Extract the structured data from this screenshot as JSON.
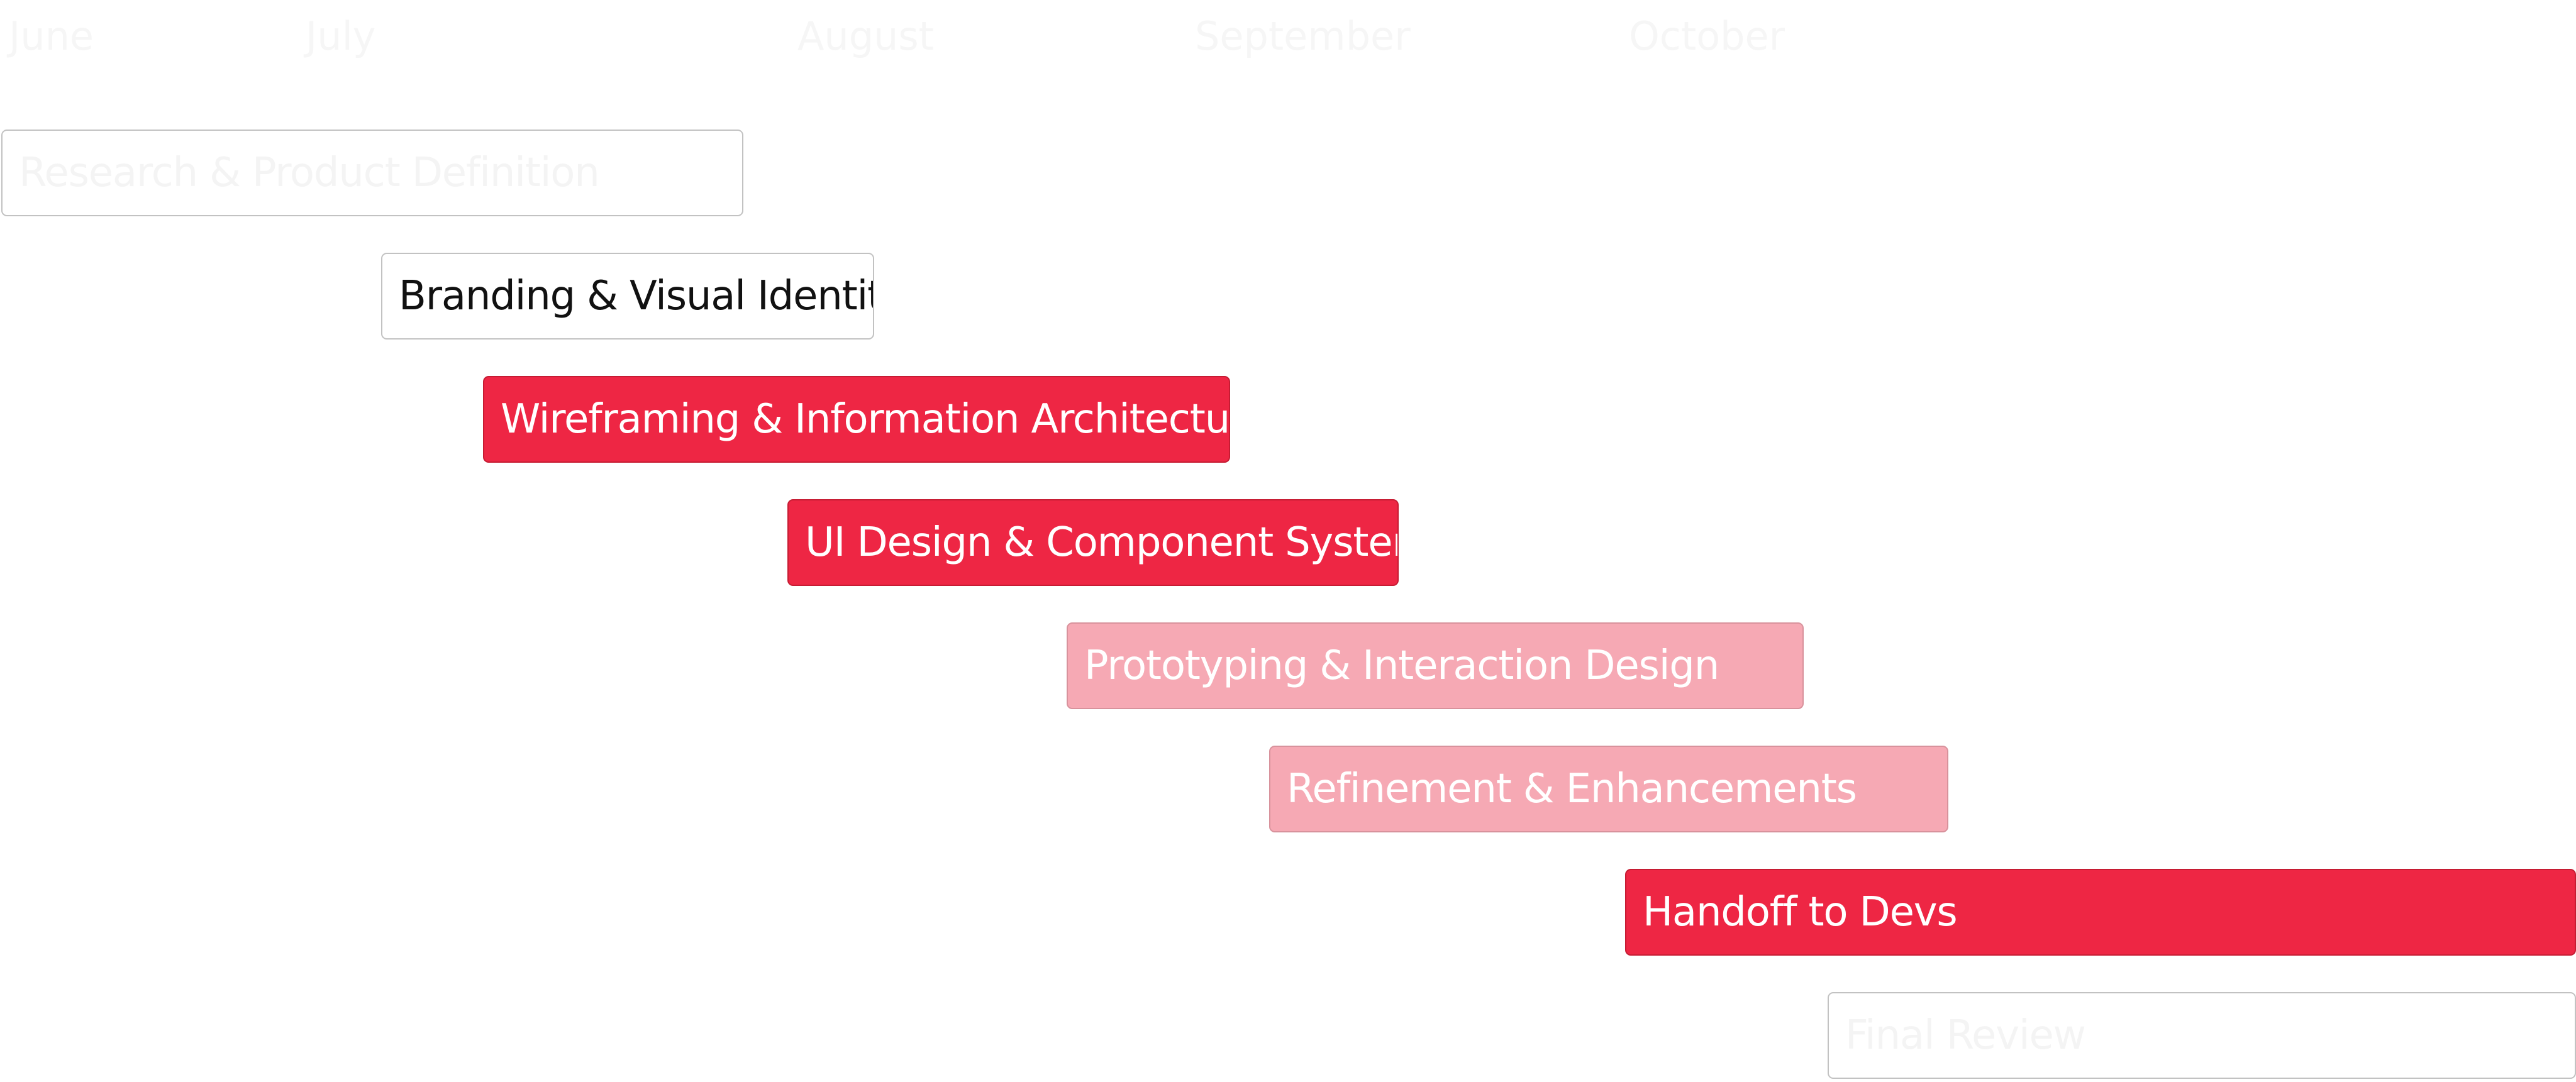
{
  "timeline": {
    "months": [
      "June",
      "July",
      "August",
      "September",
      "October"
    ],
    "tasks": [
      {
        "label": "Research & Product Definition",
        "style": "outline-faded"
      },
      {
        "label": "Branding & Visual Identity",
        "style": "outline"
      },
      {
        "label": "Wireframing & Information Architecture",
        "style": "solid"
      },
      {
        "label": "UI Design & Component System",
        "style": "solid"
      },
      {
        "label": "Prototyping & Interaction Design",
        "style": "light"
      },
      {
        "label": "Refinement & Enhancements",
        "style": "light"
      },
      {
        "label": "Handoff to Devs",
        "style": "solid"
      },
      {
        "label": "Final Review",
        "style": "outline-faded"
      }
    ]
  },
  "colors": {
    "accent": "#ee2644",
    "accent_light": "#f6a9b4",
    "outline": "#c2c2c2"
  }
}
